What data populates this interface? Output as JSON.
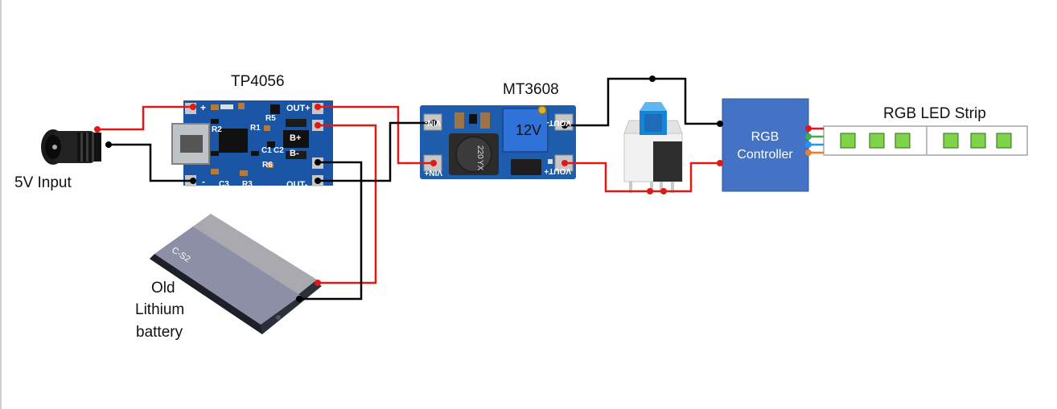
{
  "labels": {
    "input": "5V Input",
    "charger": "TP4056",
    "booster": "MT3608",
    "controller_line1": "RGB",
    "controller_line2": "Controller",
    "strip": "RGB LED Strip",
    "battery_line1": "Old",
    "battery_line2": "Lithium",
    "battery_line3": "battery"
  },
  "tp4056_pins": {
    "out_plus": "OUT+",
    "b_plus": "B+",
    "b_minus": "B-",
    "out_minus": "OUT-",
    "plus": "+",
    "minus": "-",
    "r5": "R5",
    "r2": "R2",
    "r1": "R1",
    "c1": "C1",
    "c2": "C2",
    "r6": "R6",
    "c3": "C3",
    "r3": "R3"
  },
  "mt3608_pins": {
    "vin_minus": "VIN-",
    "vin_plus": "VIN+",
    "vout_minus": "VOUT-",
    "vout_plus": "VOUT+",
    "voltage": "12V",
    "inductor": "220",
    "inductor_code": "YX"
  },
  "battery": {
    "model": "C-S2"
  },
  "colors": {
    "wire_positive": "#e01818",
    "wire_negative": "#000000",
    "pcb_blue": "#1a55a6",
    "controller_fill": "#4472c4",
    "led_green": "#7ed348",
    "strip_pin_green": "#3fae49",
    "strip_pin_blue": "#2196f3",
    "strip_pin_orange": "#ed7d31"
  }
}
